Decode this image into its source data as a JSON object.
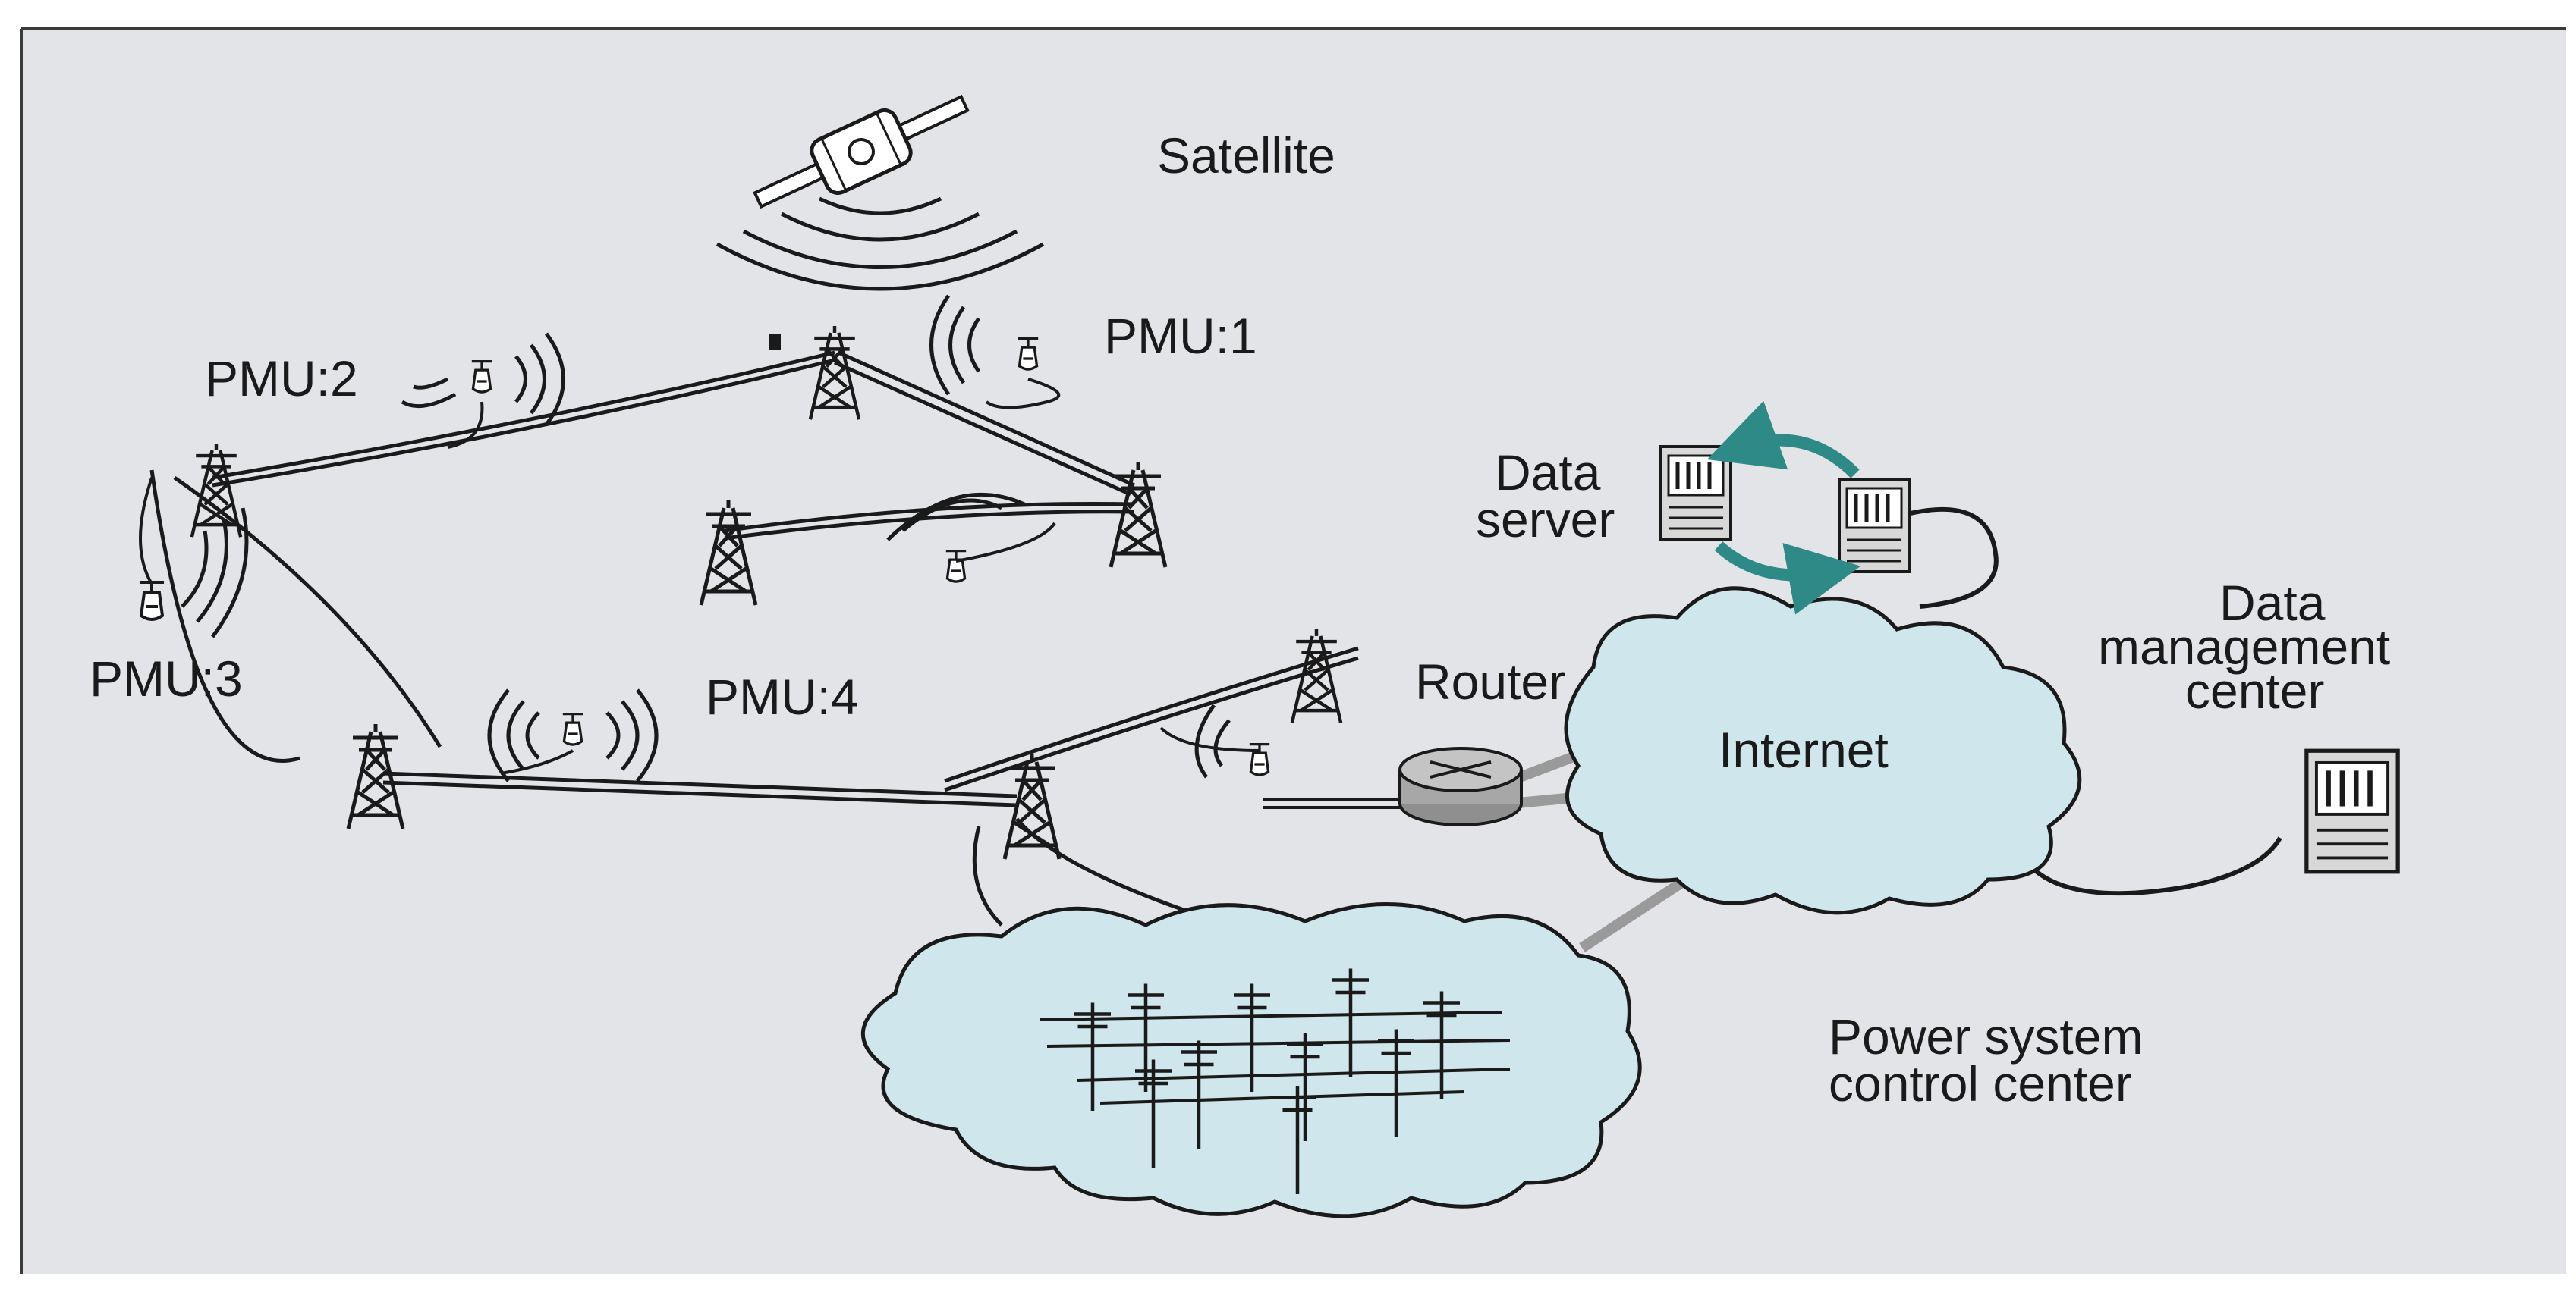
{
  "labels": {
    "satellite": "Satellite",
    "pmu1": "PMU:1",
    "pmu2": "PMU:2",
    "pmu3": "PMU:3",
    "pmu4": "PMU:4",
    "data_server_line1": "Data",
    "data_server_line2": "server",
    "router": "Router",
    "internet": "Internet",
    "dmc_line1": "Data",
    "dmc_line2": "management",
    "dmc_line3": "center",
    "pscc_line1": "Power system",
    "pscc_line2": "control center"
  },
  "colors": {
    "panel_background": "#e3e4e8",
    "cloud_fill": "#cfe6ec",
    "arrow": "#2e8a86",
    "line": "#1a1a1a",
    "router_fill": "#a7a7a7"
  },
  "icons": [
    "satellite-icon",
    "transmission-tower-icon",
    "pmu-sensor-icon",
    "wireless-signal-icon",
    "server-icon",
    "router-icon",
    "cloud-icon",
    "power-grid-icon"
  ]
}
